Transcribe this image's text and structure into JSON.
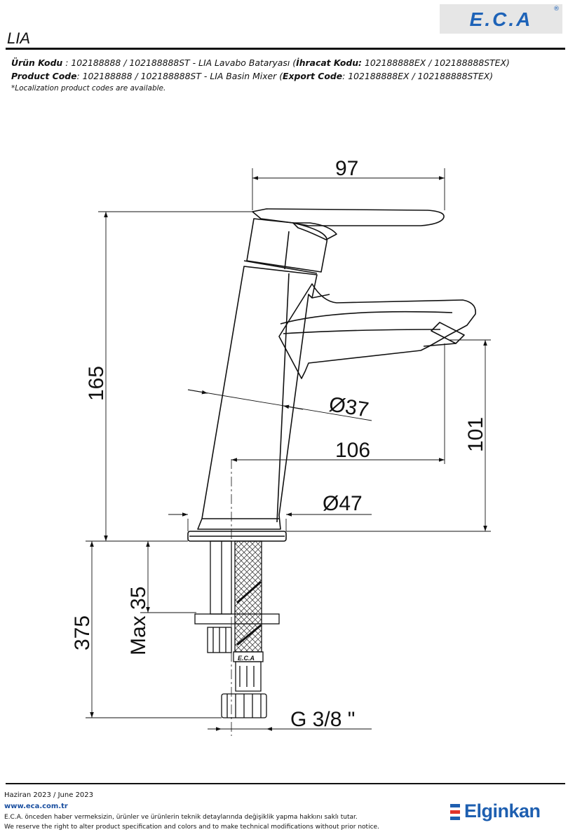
{
  "header": {
    "logo": "E.C.A",
    "logo_reg": "®",
    "model": "LIA"
  },
  "codes": {
    "tr_label": "Ürün Kodu",
    "tr_text": "     : 102188888 / 102188888ST - LIA Lavabo Bataryası (",
    "tr_export_label": "İhracat Kodu:",
    "tr_export_text": " 102188888EX / 102188888STEX)",
    "en_label": "Product Code",
    "en_text": ": 102188888 / 102188888ST - LIA Basin Mixer (",
    "en_export_label": "Export Code",
    "en_export_text": ": 102188888EX / 102188888STEX)",
    "note": "*Localization product codes are available."
  },
  "dimensions": {
    "width_top": "97",
    "height_total": "165",
    "body_diameter": "Ø37",
    "spout_reach": "106",
    "spout_height": "101",
    "base_diameter": "Ø47",
    "max_thickness": "Max 35",
    "hose_length": "375",
    "thread": "G 3/8 \"",
    "hose_mark": "E.C.A"
  },
  "footer": {
    "date": "Haziran 2023 / June 2023",
    "website": "www.eca.com.tr",
    "notice_tr": "E.C.A. önceden haber vermeksizin, ürünler ve ürünlerin teknik detaylarında değişiklik yapma hakkını saklı tutar.",
    "notice_en": "We reserve the right to alter product specification and colors and to make technical modifications without prior notice.",
    "brand": "Elginkan"
  },
  "colors": {
    "brand_blue": "#1e5fb0",
    "logo_box": "#e6e6e6",
    "brand_accent_red": "#e0332b"
  }
}
